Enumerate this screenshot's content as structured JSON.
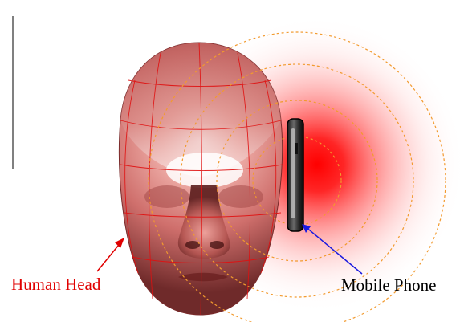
{
  "labels": {
    "human_head": "Human Head",
    "mobile_phone": "Mobile Phone"
  },
  "colors": {
    "radiation": "#ff0000",
    "head_label": "#e00000",
    "phone_label": "#000000",
    "head_arrow": "#e00000",
    "phone_arrow": "#1a1adf",
    "wave_rings": "#f29a2e",
    "head_mesh": "#e01010",
    "head_skin": "#d9827f"
  },
  "icons": {
    "head_model": "human-head-mesh",
    "phone": "mobile-phone",
    "waves": "radiation-rings"
  }
}
